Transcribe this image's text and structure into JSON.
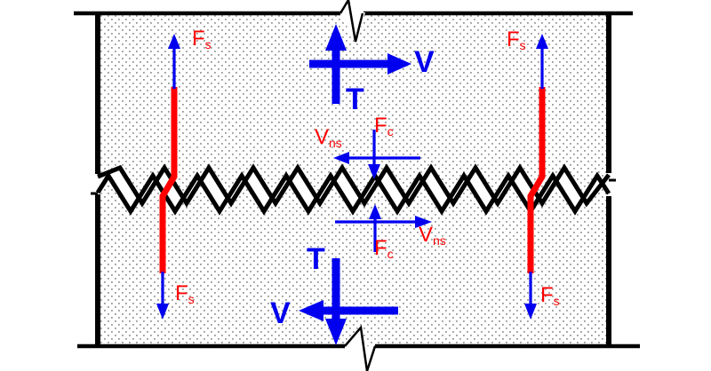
{
  "labels": {
    "applied_shear": "V",
    "applied_tension": "T",
    "steel_force": {
      "base": "F",
      "sub": "s"
    },
    "concrete_compression": {
      "base": "F",
      "sub": "c"
    },
    "interface_shear": {
      "base": "V",
      "sub": "ns"
    }
  },
  "colors": {
    "arrow_blue": "#0000ee",
    "label_red": "#ff0000",
    "outline_black": "#000000",
    "dot_gray": "#999999"
  }
}
